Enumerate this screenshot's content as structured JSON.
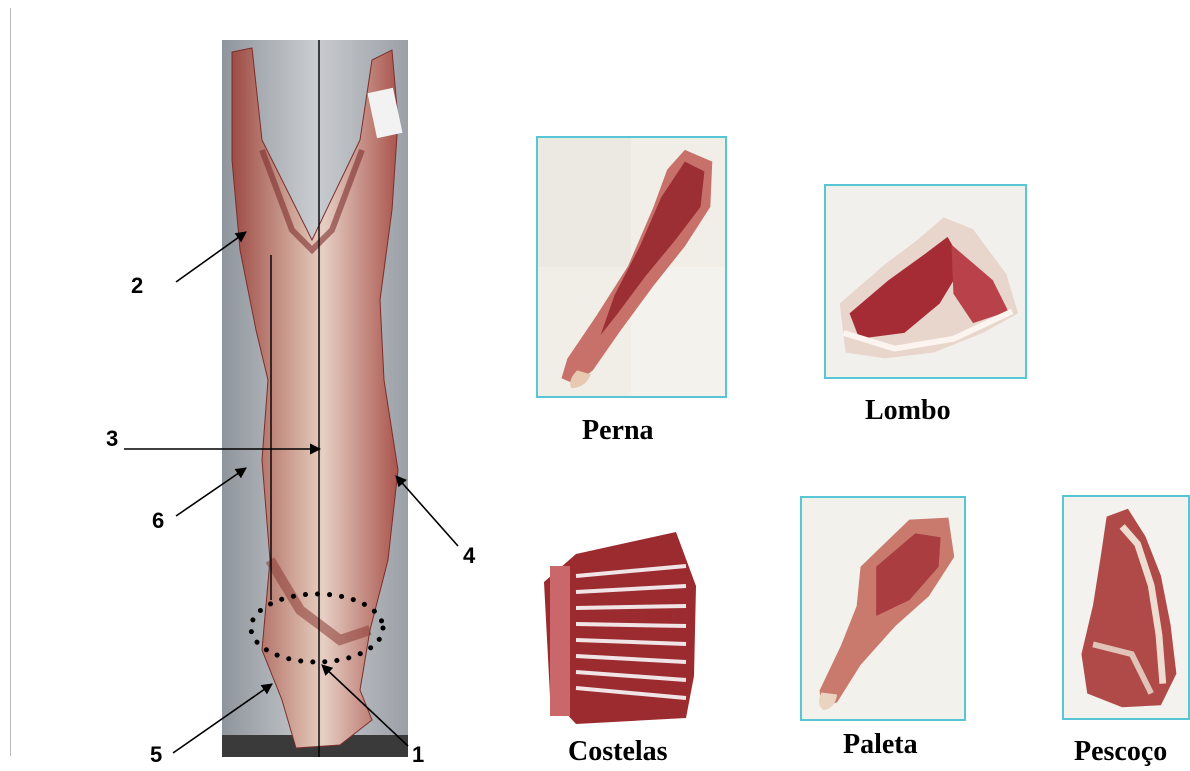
{
  "carcass": {
    "callouts": [
      "1",
      "2",
      "3",
      "4",
      "5",
      "6"
    ]
  },
  "cuts": {
    "perna": "Perna",
    "lombo": "Lombo",
    "costelas": "Costelas",
    "paleta": "Paleta",
    "pescoco": "Pescoço"
  }
}
